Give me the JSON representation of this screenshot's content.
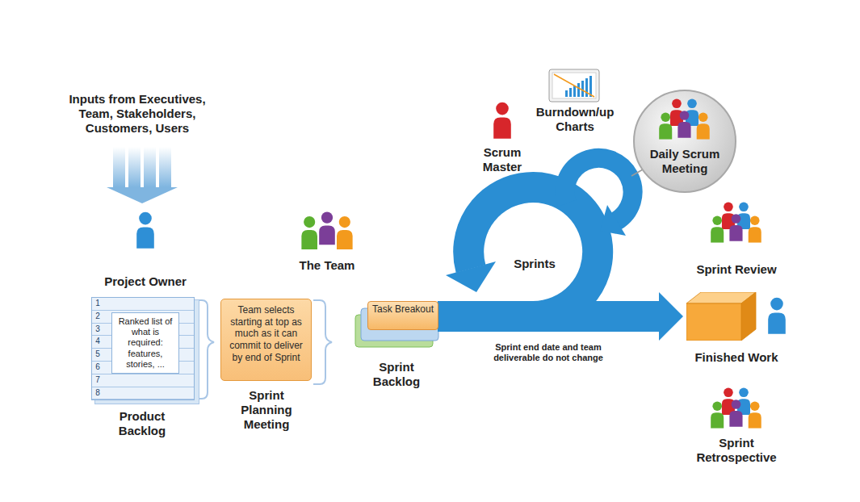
{
  "diagram": {
    "nodes": [
      {
        "text": [
          "Ranked list of what is required: features, stories, ...",
          "Product Backlog"
        ]
      },
      {
        "text": [
          "Team selects starting at top as much as it can commit to deliver by end of Sprint",
          "Sprint Planning Meeting"
        ]
      },
      {
        "text": [
          "Task Breakout",
          "Sprint Backlog"
        ]
      },
      {
        "text": [
          "Daily Scrum Meeting"
        ]
      },
      {
        "text": [
          "Finished Work"
        ]
      }
    ],
    "edges": [
      {
        "from": 2,
        "to": 4,
        "arrow": "to",
        "label": "Sprint end date and team deliverable do not change"
      }
    ],
    "labels": [
      "Inputs from Executives, Team, Stakeholders, Customers, Users",
      "Project Owner",
      "The Team",
      "Scrum Master",
      "Burndown/up Charts",
      "Sprints",
      "Sprint Review",
      "Sprint Retrospective",
      "1",
      "2",
      "3",
      "4",
      "5",
      "6",
      "7",
      "8"
    ]
  }
}
